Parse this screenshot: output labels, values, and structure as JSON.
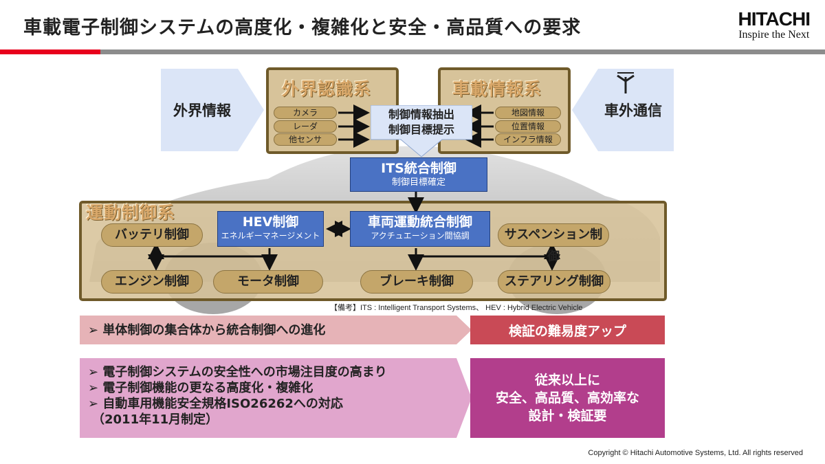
{
  "header": {
    "title": "車載電子制御システムの高度化・複雑化と安全・高品質への要求",
    "logo_brand": "HITACHI",
    "logo_tagline": "Inspire the Next",
    "accent_color": "#e8001c"
  },
  "diagram": {
    "external_info_label": "外界情報",
    "external_comm_label": "車外通信",
    "antenna_icon": "antenna-icon",
    "recognition": {
      "title": "外界認識系",
      "items": [
        "カメラ",
        "レーダ",
        "他センサ"
      ]
    },
    "vehicle_info": {
      "title": "車載情報系",
      "items": [
        "地図情報",
        "位置情報",
        "インフラ情報"
      ]
    },
    "extraction": {
      "line1": "制御情報抽出",
      "line2": "制御目標提示"
    },
    "its": {
      "main": "ITS統合制御",
      "sub": "制御目標確定"
    },
    "motion": {
      "title": "運動制御系",
      "hev": {
        "main": "HEV制御",
        "sub": "エネルギーマネージメント"
      },
      "vehicle": {
        "main": "車両運動統合制御",
        "sub": "アクチュエーション間協調"
      },
      "battery": "バッテリ制御",
      "suspension": "サスペンション制御",
      "engine": "エンジン制御",
      "motor": "モータ制御",
      "brake": "ブレーキ制御",
      "steering": "ステアリング制御"
    },
    "note": "【備考】ITS : Intelligent Transport Systems、 HEV : Hybrid Electric Vehicle"
  },
  "bottom": {
    "row1": {
      "bullets": [
        "➢ 単体制御の集合体から統合制御への進化"
      ],
      "result": "検証の難易度アップ"
    },
    "row2": {
      "bullets": [
        "➢ 電子制御システムの安全性への市場注目度の高まり",
        "➢ 電子制御機能の更なる高度化・複雑化",
        "➢ 自動車用機能安全規格ISO26262への対応",
        "（2011年11月制定）"
      ],
      "result_lines": [
        "従来以上に",
        "安全、高品質、高効率な",
        "設計・検証要"
      ]
    }
  },
  "footer": {
    "copyright": "Copyright © Hitachi Automotive Systems, Ltd. All rights reserved"
  }
}
